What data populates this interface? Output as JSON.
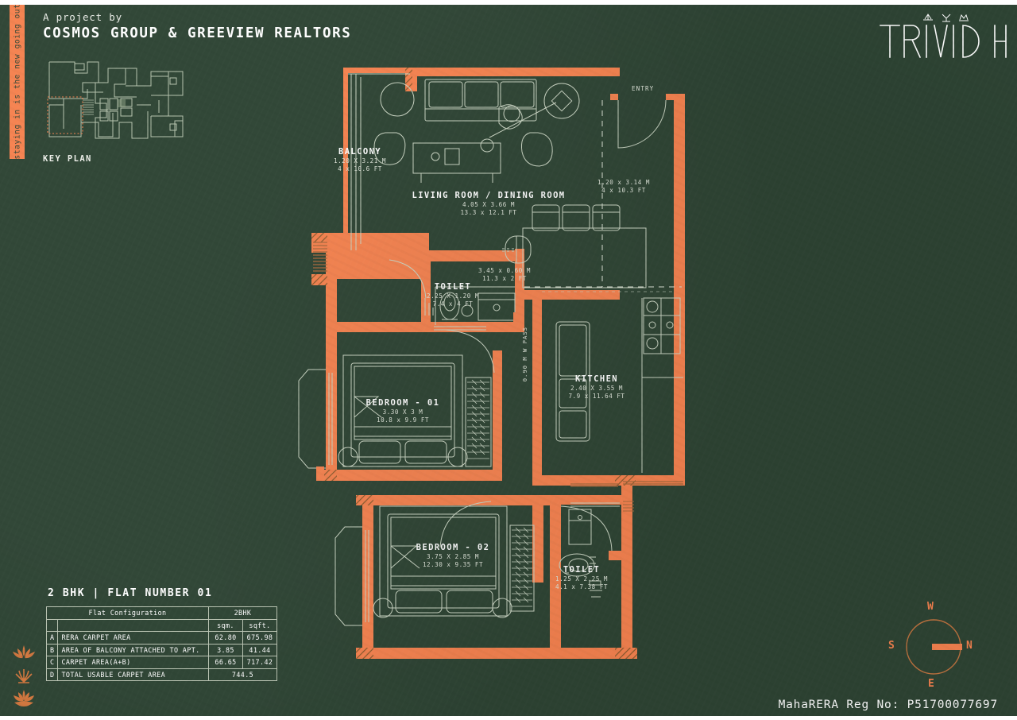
{
  "side_tab": {
    "text": "staying in is the new going out"
  },
  "header": {
    "subtitle": "A project by",
    "title": "COSMOS GROUP & GREEVIEW REALTORS"
  },
  "key_plan": {
    "label": "KEY PLAN"
  },
  "logo": {
    "text": "TRIVIDH"
  },
  "colors": {
    "background_green": "#2e4434",
    "accent_orange": "#f5824f",
    "line_white": "#e6ebe2",
    "hatch_brown": "#a8693c"
  },
  "plan": {
    "entry_label": "ENTRY",
    "passage_label": "0.90 M W PASS",
    "rooms": [
      {
        "name": "BALCONY",
        "dim_m": "1.20 X 3.21 M",
        "dim_ft": "4 x 10.6 FT"
      },
      {
        "name": "LIVING ROOM / DINING ROOM",
        "dim_m": "4.05 X 3.66 M",
        "dim_ft": "13.3 x 12.1 FT"
      },
      {
        "name": "TOILET",
        "dim_m": "2.25 X 1.20 M",
        "dim_ft": "7.4 x 4 FT"
      },
      {
        "name": "BEDROOM - 01",
        "dim_m": "3.30 X 3 M",
        "dim_ft": "10.8 x 9.9 FT"
      },
      {
        "name": "KITCHEN",
        "dim_m": "2.40 X 3.55 M",
        "dim_ft": "7.9 x 11.64 FT"
      },
      {
        "name": "BEDROOM - 02",
        "dim_m": "3.75 X 2.85 M",
        "dim_ft": "12.30 x 9.35 FT"
      },
      {
        "name": "TOILET",
        "dim_m": "1.25 X 2.25 M",
        "dim_ft": "4.1 x 7.38 FT"
      }
    ],
    "unnamed_dims": [
      {
        "dim_m": "1.20 x 3.14 M",
        "dim_ft": "4 x 10.3 FT"
      },
      {
        "dim_m": "3.45 x 0.60 M",
        "dim_ft": "11.3 x 2 FT"
      }
    ]
  },
  "flat": {
    "title": "2 BHK | FLAT NUMBER 01"
  },
  "table": {
    "header_config": "Flat Configuration",
    "header_type": "2BHK",
    "unit_sqm": "sqm.",
    "unit_sqft": "sqft.",
    "rows": [
      {
        "key": "A",
        "label": "RERA CARPET AREA",
        "sqm": "62.80",
        "sqft": "675.98"
      },
      {
        "key": "B",
        "label": "AREA OF BALCONY ATTACHED TO APT.",
        "sqm": "3.85",
        "sqft": "41.44"
      },
      {
        "key": "C",
        "label": "CARPET AREA(A+B)",
        "sqm": "66.65",
        "sqft": "717.42"
      },
      {
        "key": "D",
        "label": "TOTAL USABLE CARPET AREA",
        "combined": "744.5"
      }
    ]
  },
  "compass": {
    "w": "W",
    "s": "S",
    "n": "N",
    "e": "E"
  },
  "footer": {
    "rera": "MahaRERA Reg No: P51700077697"
  }
}
